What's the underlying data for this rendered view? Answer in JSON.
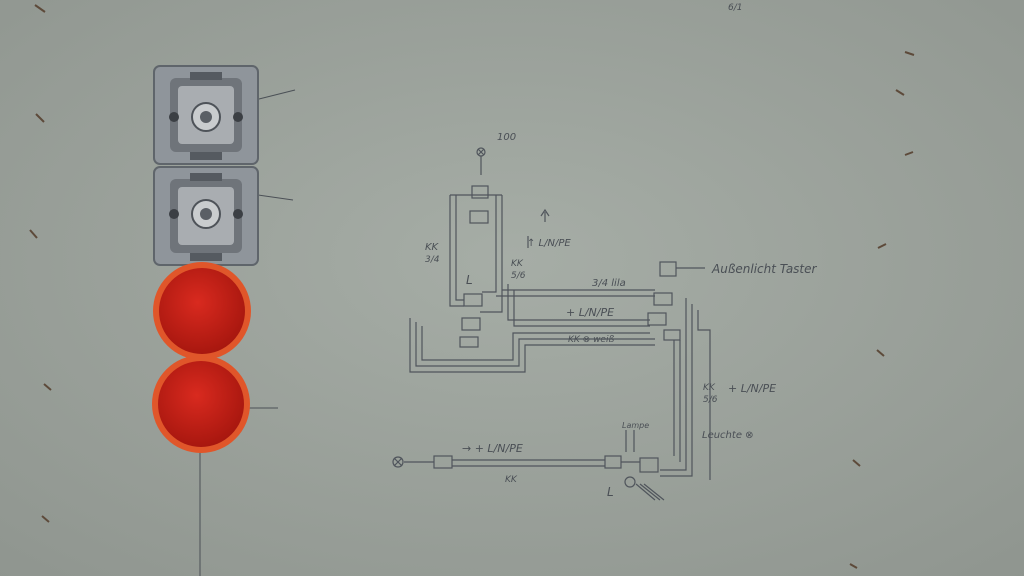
{
  "photo": {
    "colors": {
      "wall": "#9ca39c",
      "pencil": "#50555c",
      "switch_plate": "#8d9298",
      "box_red": "#c8221a",
      "box_rim": "#e0562a"
    },
    "sketch_labels": {
      "top_number": "100",
      "upper_feed": "↑ L/N/PE",
      "kk_left": "KK",
      "kk_left_sub": "3/4",
      "kk_mid": "KK",
      "kk_mid_sub": "5/6",
      "l_mid": "L",
      "lila": "3/4 lila",
      "outdoor_switch": "Außenlicht Taster",
      "mid_feed": "+ L/N/PE",
      "kk_weiss": "KK  ⊗  weiß",
      "right_kk": "KK",
      "right_kk_sub": "5/6",
      "right_feed": "+ L/N/PE",
      "lamp_left": "Lampe",
      "lamp_right": "Leuchte ⊗",
      "bottom_feed": "→ + L/N/PE",
      "bottom_kk": "KK",
      "bottom_l": "L",
      "corner_note": "6/1"
    }
  }
}
